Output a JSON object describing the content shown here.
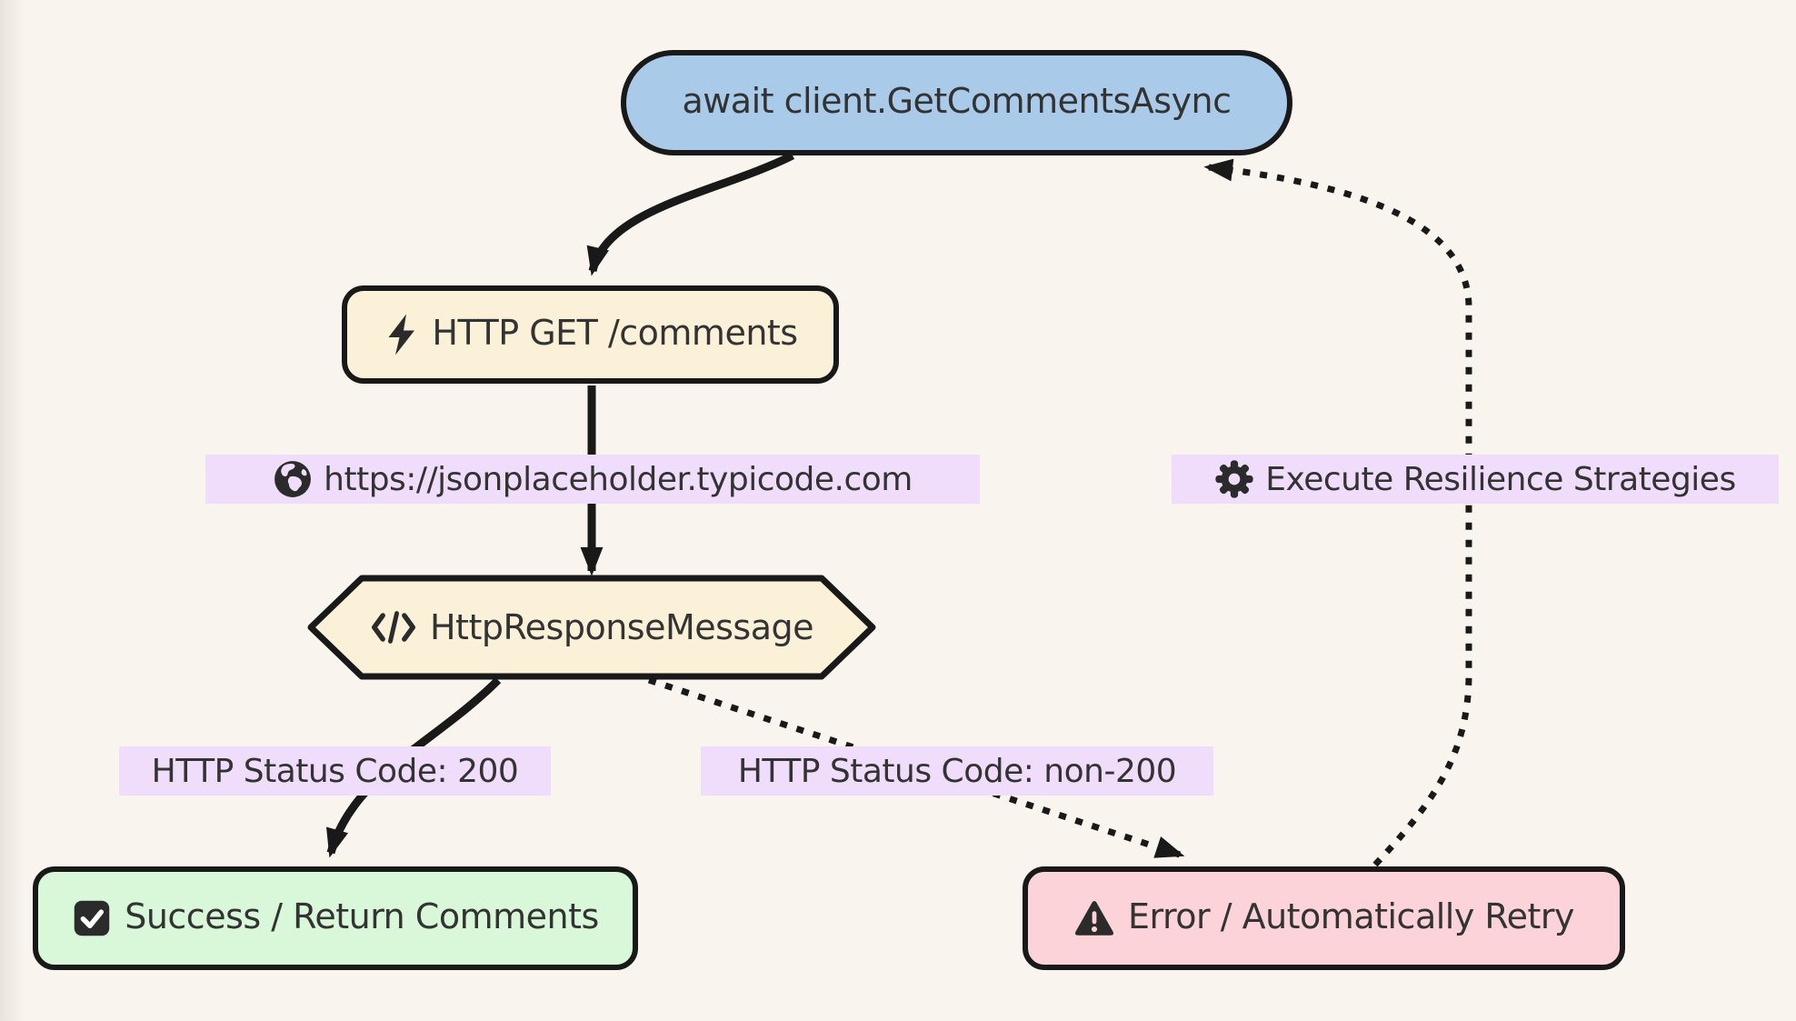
{
  "diagram_type": "flowchart",
  "colors": {
    "background": "#faf4ee",
    "line_stroke": "#191919",
    "text": "#333333",
    "start_node_fill": "#a9cbe9",
    "process_node_fill": "#fbf0d8",
    "success_node_fill": "#d9f8da",
    "error_node_fill": "#fbd3d9",
    "edge_label_fill": "#f0ddfb"
  },
  "nodes": {
    "start": {
      "label": "await client.GetCommentsAsync",
      "shape": "stadium"
    },
    "request": {
      "label": "HTTP GET /comments",
      "icon": "lightning-icon",
      "shape": "rounded-rect"
    },
    "response": {
      "label": "HttpResponseMessage",
      "icon": "code-icon",
      "shape": "hexagon"
    },
    "success": {
      "label": "Success / Return Comments",
      "icon": "checkbox-icon",
      "shape": "rounded-rect"
    },
    "error": {
      "label": "Error / Automatically Retry",
      "icon": "warning-icon",
      "shape": "rounded-rect"
    }
  },
  "edge_labels": {
    "base_url": {
      "text": "https://jsonplaceholder.typicode.com",
      "icon": "globe-icon"
    },
    "status_200": {
      "text": "HTTP Status Code: 200"
    },
    "status_non_200": {
      "text": "HTTP Status Code: non-200"
    },
    "resilience": {
      "text": "Execute Resilience Strategies",
      "icon": "gear-icon"
    }
  },
  "edges": [
    {
      "from": "start",
      "to": "request",
      "style": "solid"
    },
    {
      "from": "request",
      "to": "response",
      "style": "solid",
      "label": "base_url"
    },
    {
      "from": "response",
      "to": "success",
      "style": "solid",
      "label": "status_200"
    },
    {
      "from": "response",
      "to": "error",
      "style": "dotted",
      "label": "status_non_200"
    },
    {
      "from": "error",
      "to": "start",
      "style": "dotted",
      "label": "resilience"
    }
  ]
}
